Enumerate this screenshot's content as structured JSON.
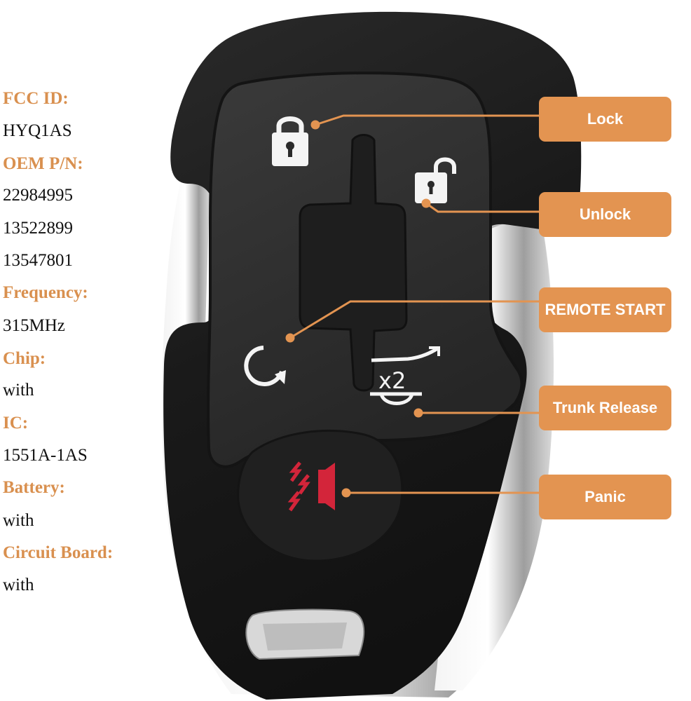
{
  "specs": [
    {
      "label": "FCC ID:",
      "value": "HYQ1AS"
    },
    {
      "label": "OEM P/N:",
      "values": [
        "22984995",
        "13522899",
        "13547801"
      ]
    },
    {
      "label": "Frequency:",
      "value": "315MHz"
    },
    {
      "label": "Chip:",
      "value": "with"
    },
    {
      "label": "IC:",
      "value": "1551A-1AS"
    },
    {
      "label": "Battery:",
      "value": "with"
    },
    {
      "label": "Circuit Board:",
      "value": "with"
    }
  ],
  "callouts": [
    {
      "label": "Lock",
      "icon": "padlock-locked-icon"
    },
    {
      "label": "Unlock",
      "icon": "padlock-unlocked-icon"
    },
    {
      "label": "REMOTE START",
      "icon": "remote-start-icon"
    },
    {
      "label": "Trunk Release",
      "icon": "trunk-release-x2-icon"
    },
    {
      "label": "Panic",
      "icon": "panic-alarm-icon"
    }
  ],
  "button_glyphs": {
    "trunk_x2": "x2"
  },
  "colors": {
    "label": "#d9904f",
    "callout_fill": "#e39451",
    "leader_line": "#e39451",
    "fob_body": "#1c1c1c",
    "button_pad": "#2e2e2e",
    "panic_icon": "#d3253a",
    "chrome": "#c9c9c9"
  }
}
